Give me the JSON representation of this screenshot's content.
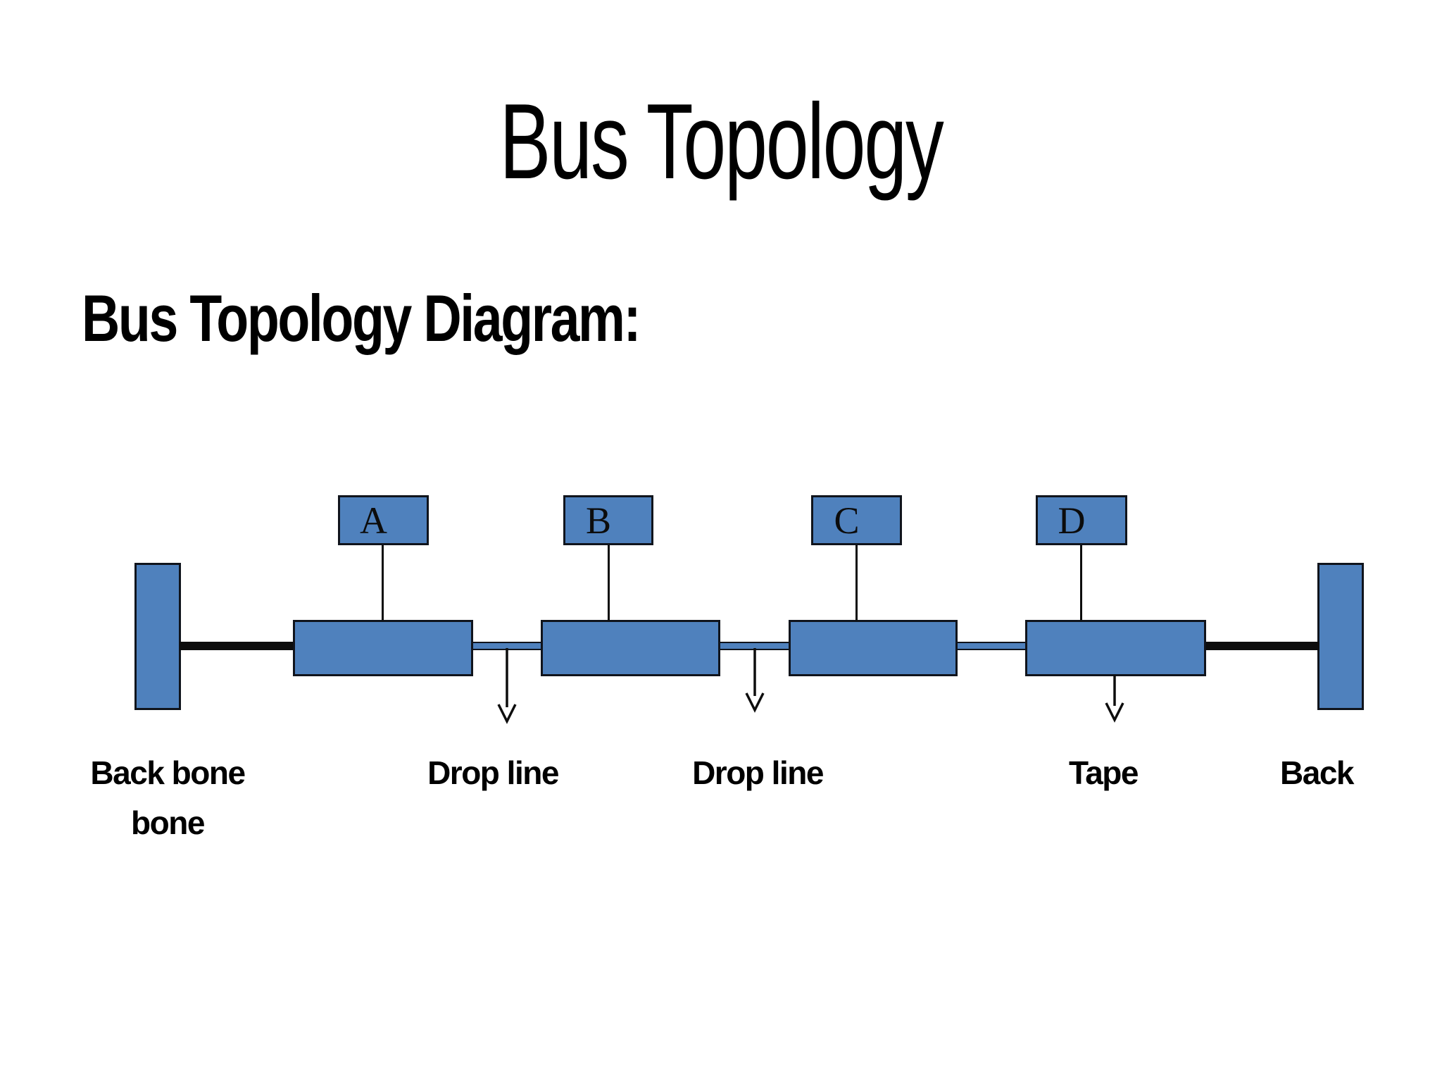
{
  "slide": {
    "title": "Bus Topology",
    "subtitle": "Bus Topology Diagram:"
  },
  "colors": {
    "box_fill": "#4f81bd",
    "box_border": "#10141c",
    "line_black": "#0d0d0d",
    "background": "#ffffff",
    "text": "#000000"
  },
  "diagram": {
    "type": "bus-topology",
    "nodes": [
      {
        "label": "A"
      },
      {
        "label": "B"
      },
      {
        "label": "C"
      },
      {
        "label": "D"
      }
    ],
    "icons": {
      "drop_arrow": "down-arrow"
    },
    "labels": {
      "backbone_line1": "Back bone",
      "backbone_line2": "bone",
      "drop1": "Drop line",
      "drop2": "Drop line",
      "tape": "Tape",
      "back": "Back"
    }
  }
}
